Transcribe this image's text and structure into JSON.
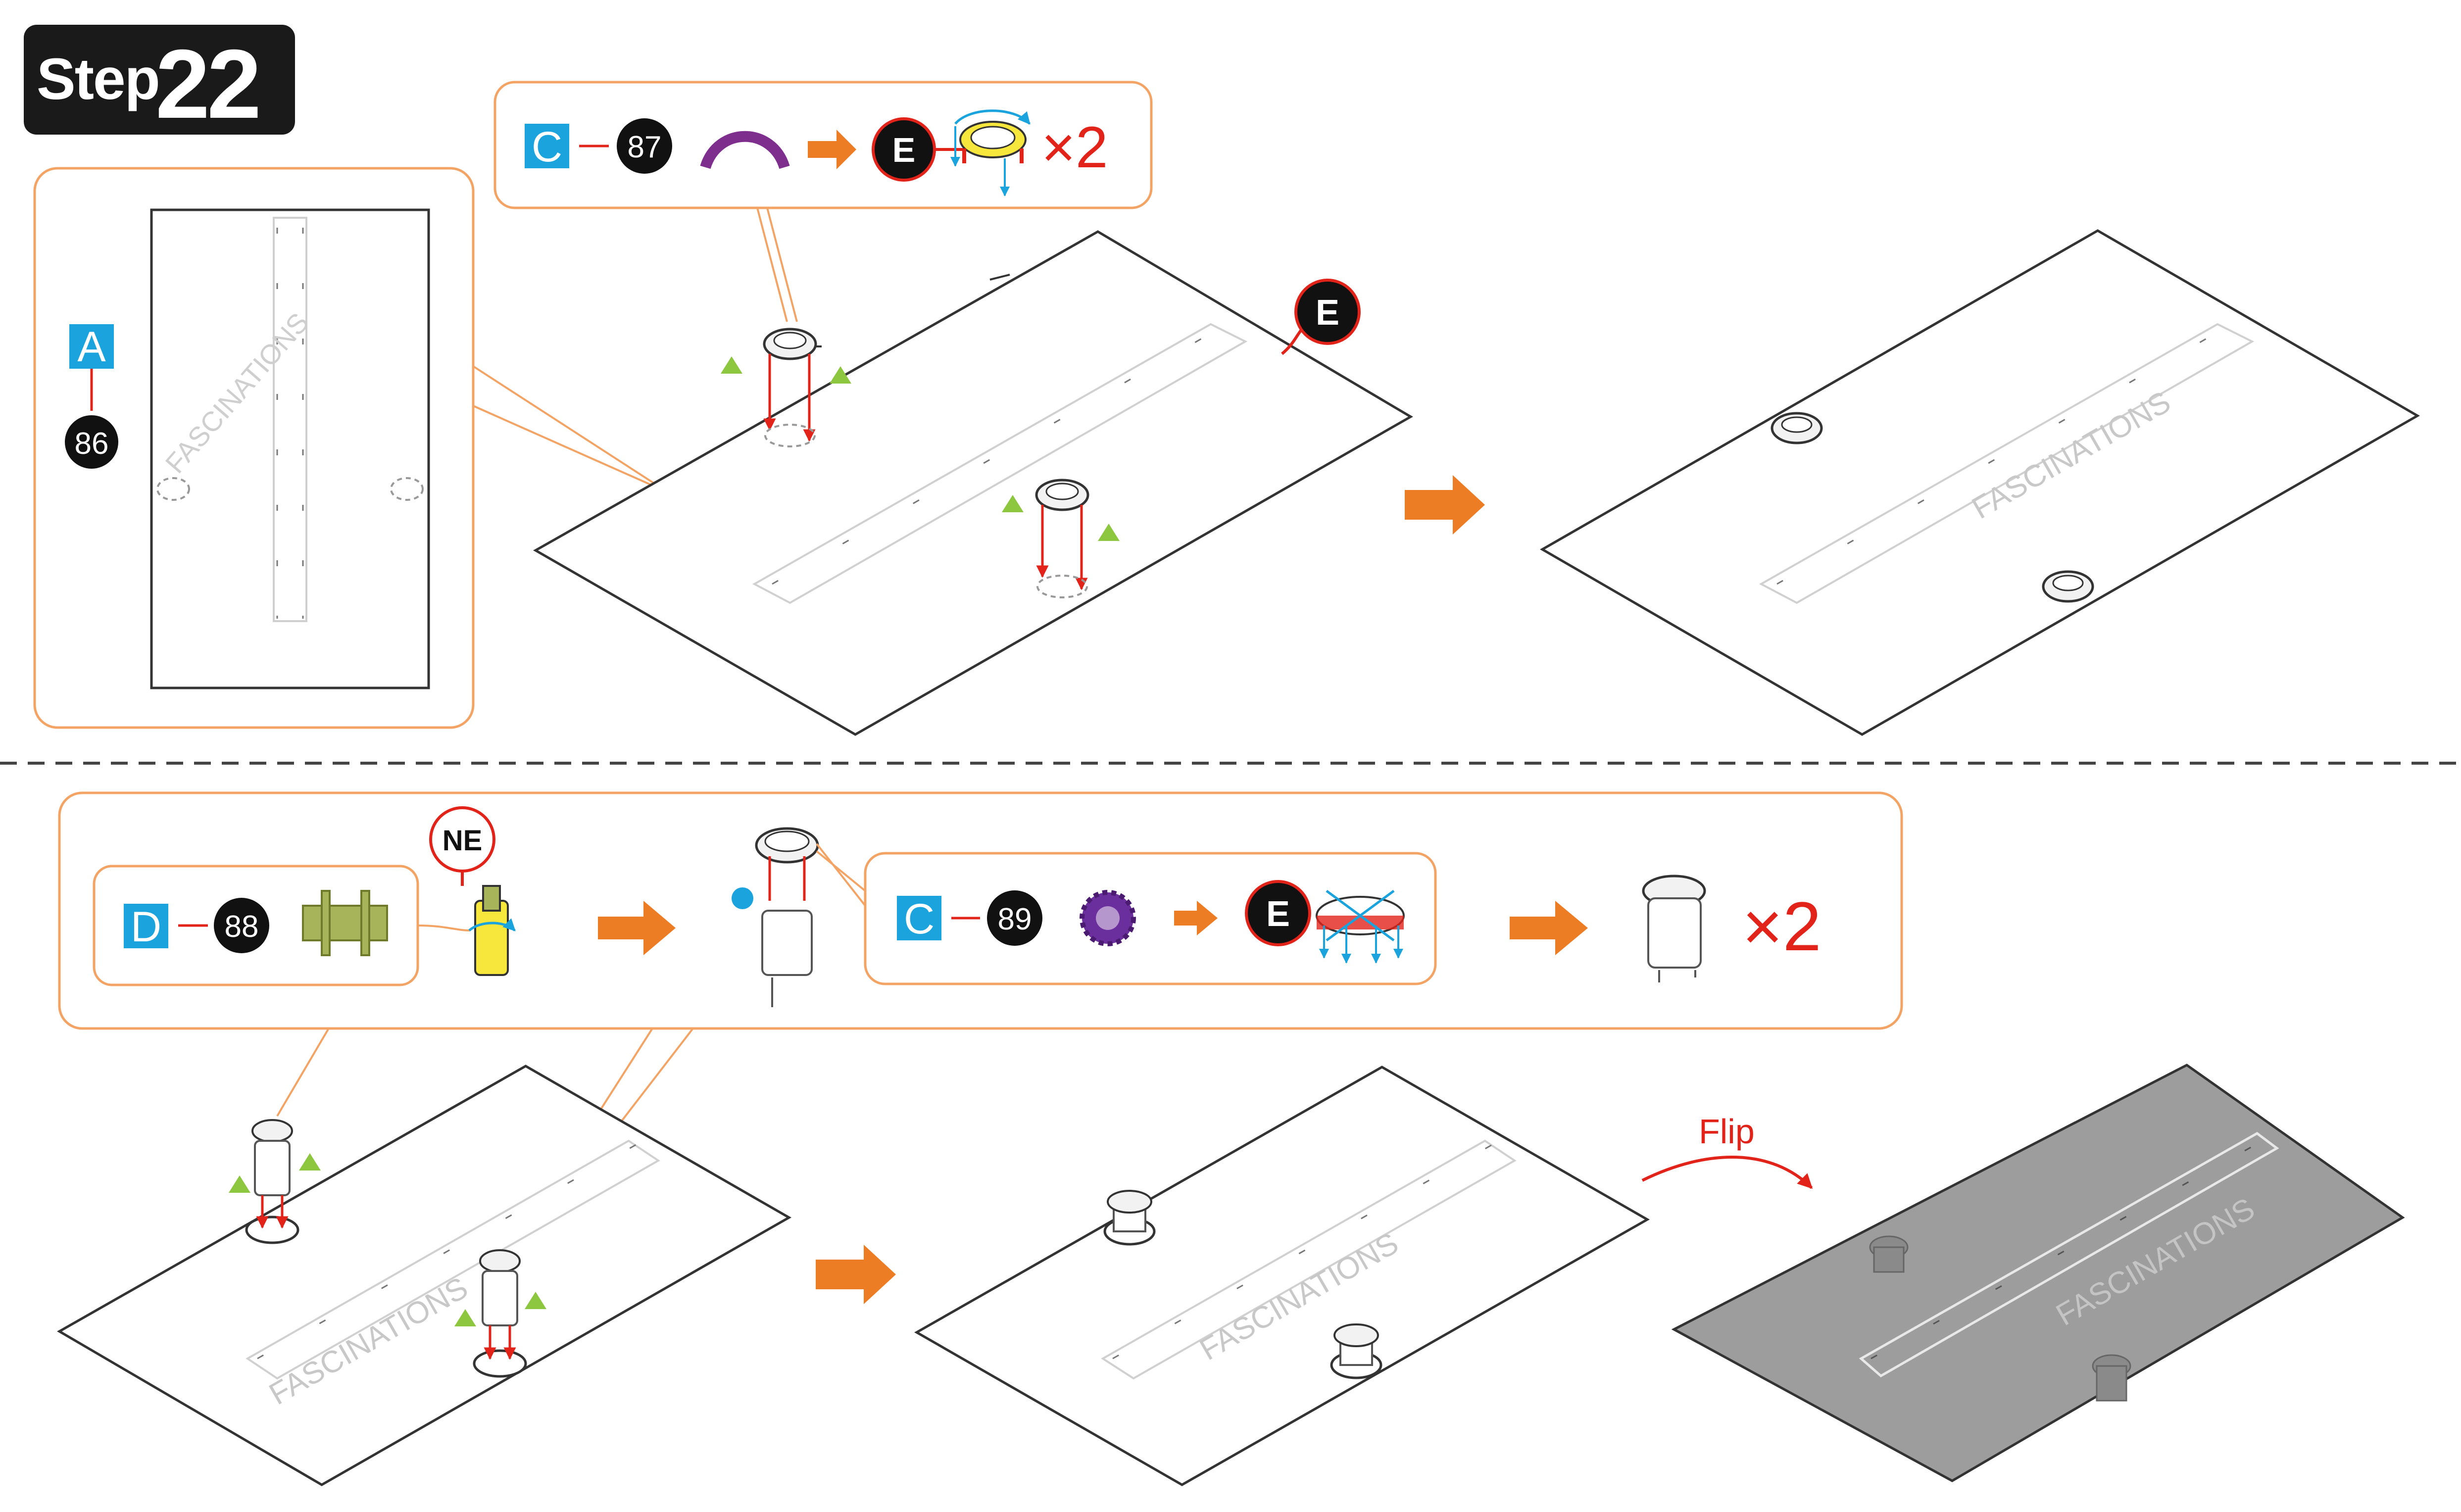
{
  "step": {
    "word": "Step",
    "number": "22"
  },
  "callouts": {
    "top_left": {
      "letter": "A",
      "number": "86"
    },
    "top_recipe": {
      "letter": "C",
      "number": "87",
      "connector": "E",
      "multiplier": "×2"
    },
    "board_connector": "E",
    "bottom_part": {
      "letter": "D",
      "number": "88",
      "tag": "NE"
    },
    "bottom_recipe": {
      "letter": "C",
      "number": "89",
      "connector": "E"
    },
    "bottom_multiplier": "×2"
  },
  "board_label": "FASCINATIONS",
  "flip_label": "Flip",
  "colors": {
    "callout_border": "#f3a465",
    "arrow_orange": "#ed7d25",
    "letter_blue": "#1aa3dd",
    "number_black": "#111111",
    "red": "#e2231a",
    "green": "#8dc63f",
    "connector_purple": "#7e2f8e",
    "connector_yellow": "#f7e63c",
    "gear_purple": "#6a2f9c",
    "part_green": "#a8b45a",
    "flipped_board": "#9d9d9d"
  }
}
